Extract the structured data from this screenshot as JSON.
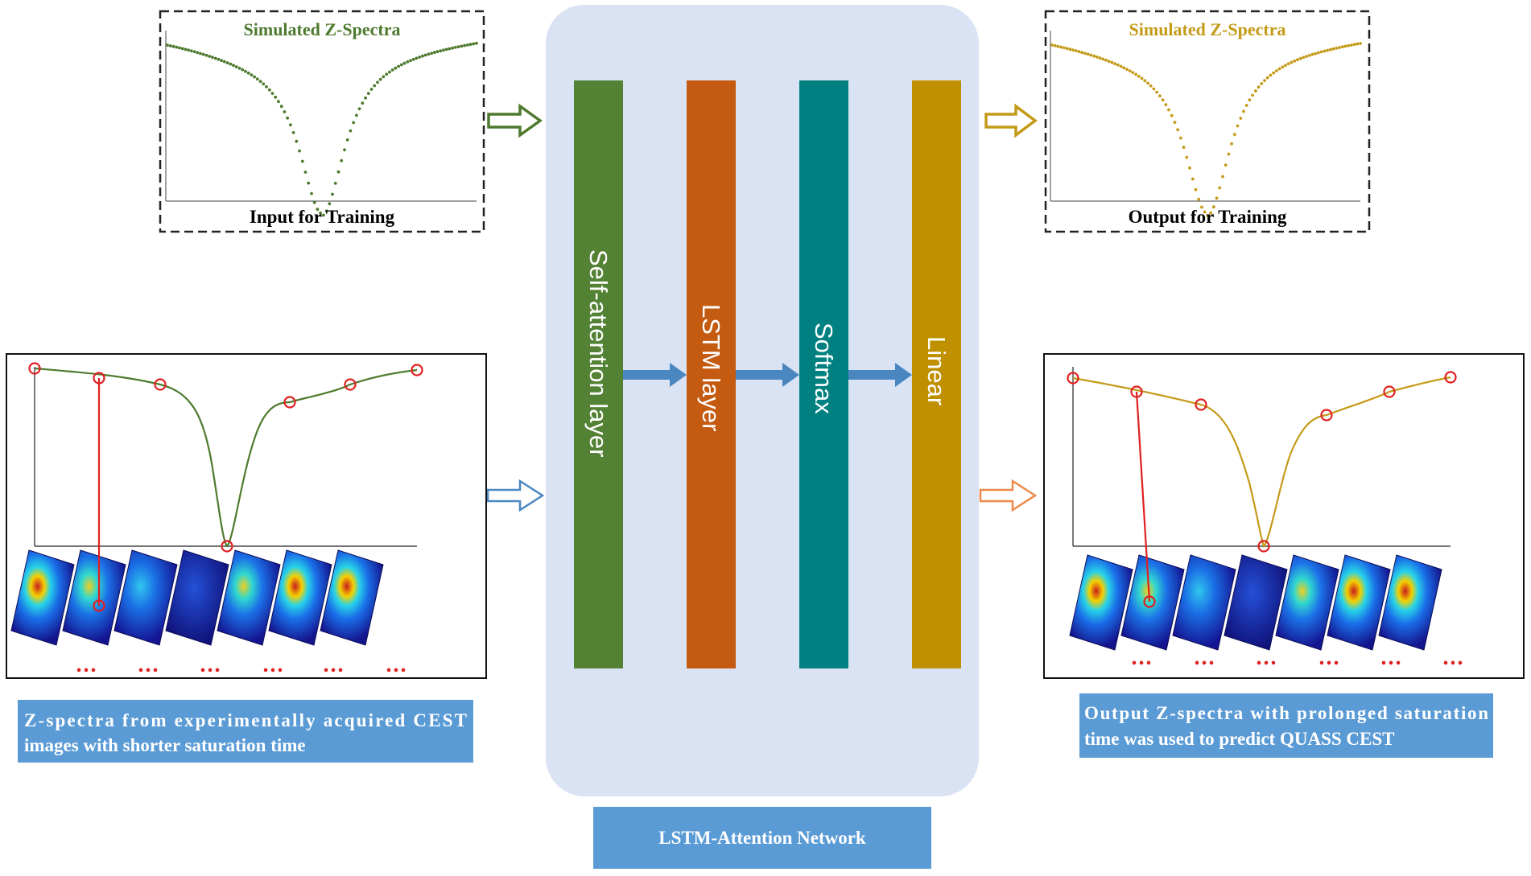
{
  "input_panel": {
    "title": "Simulated Z-Spectra",
    "caption": "Input for Training",
    "color": "#4e7a2e"
  },
  "output_panel": {
    "title": "Simulated Z-Spectra",
    "caption": "Output for Training",
    "color": "#c49a18"
  },
  "network": {
    "title": "LSTM-Attention Network",
    "layers": [
      {
        "label": "Self-attention layer",
        "color": "#548235"
      },
      {
        "label": "LSTM layer",
        "color": "#c55a11"
      },
      {
        "label": "Softmax",
        "color": "#008080"
      },
      {
        "label": "Linear",
        "color": "#bf9000"
      }
    ],
    "background_color": "#dae3f3",
    "arrow_color": "#4a86c0"
  },
  "left_caption": {
    "lines": [
      "Z-spectra from experimentally acquired CEST",
      "images with shorter saturation time"
    ]
  },
  "right_caption": {
    "lines": [
      "Output Z-spectra with prolonged saturation",
      "time was used to predict QUASS CEST"
    ]
  },
  "ellipsis": "...",
  "colors": {
    "caption_box": "#5b9bd5",
    "marker": "#e02020",
    "green_curve": "#4e7a2e",
    "gold_curve": "#c49a18",
    "blue_arrow": "#4a86c0",
    "orange_arrow": "#ed8a4a"
  }
}
